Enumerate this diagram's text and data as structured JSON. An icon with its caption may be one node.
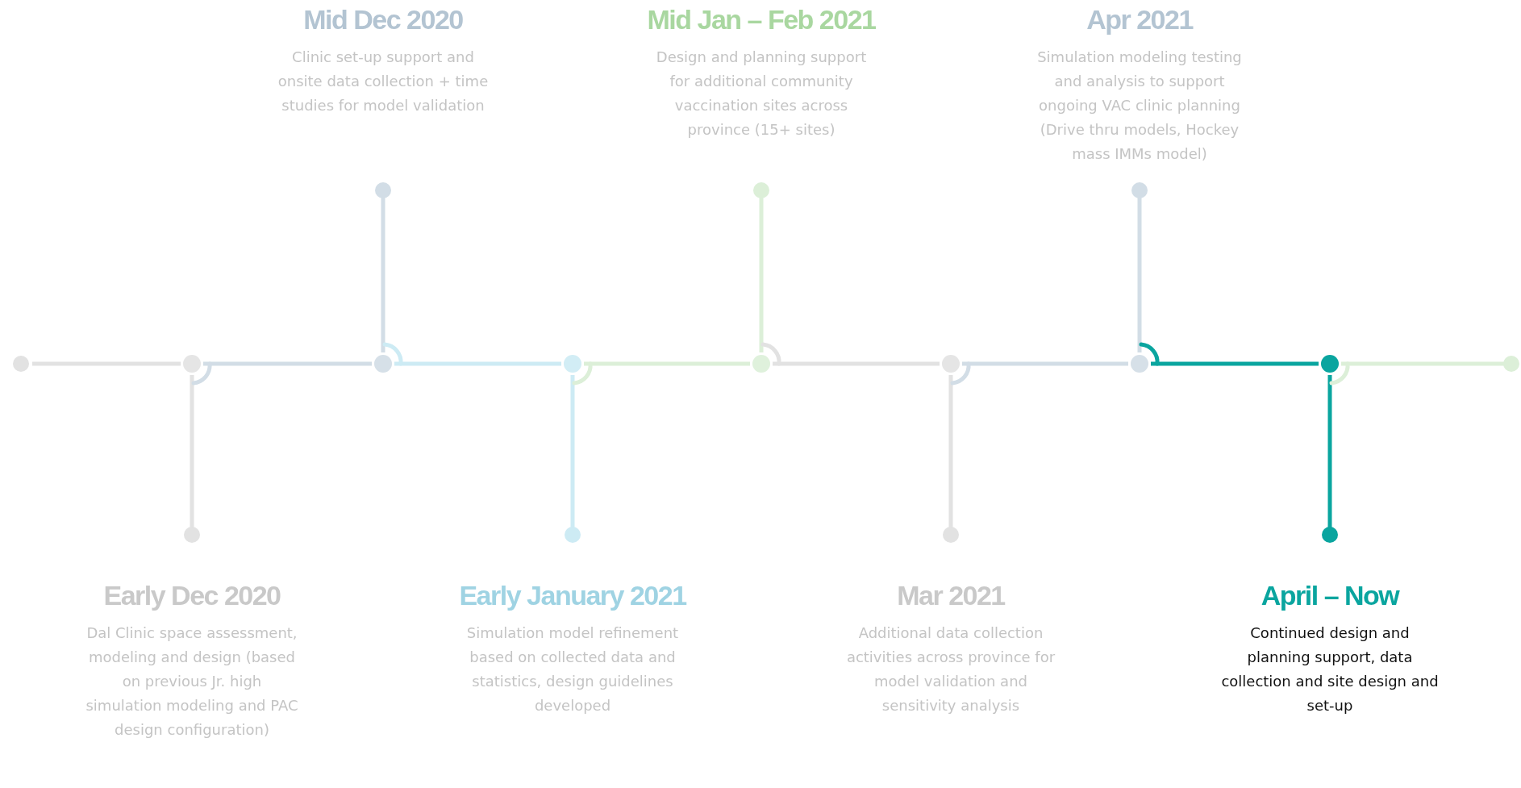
{
  "diagram": {
    "nodes": [
      {
        "text": [
          "Early Dec 2020",
          "Dal Clinic space assessment, modeling and design (based on previous Jr. high simulation modeling and PAC design configuration)"
        ]
      },
      {
        "text": [
          "Mid Dec 2020",
          "Clinic set-up support and onsite data collection + time studies for model validation"
        ]
      },
      {
        "text": [
          "Early January 2021",
          "Simulation model refinement based on collected data and statistics, design guidelines developed"
        ]
      },
      {
        "text": [
          "Mid Jan – Feb 2021",
          "Design and planning support for additional community vaccination sites across province (15+ sites)"
        ]
      },
      {
        "text": [
          "Mar 2021",
          "Additional data collection activities across province for model validation and sensitivity analysis"
        ]
      },
      {
        "text": [
          "Apr 2021",
          "Simulation modeling testing and analysis to support ongoing VAC clinic planning (Drive thru models, Hockey mass IMMs model)"
        ]
      },
      {
        "text": [
          "April – Now",
          "Continued design and planning support, data collection and site design and set-up"
        ]
      }
    ]
  }
}
